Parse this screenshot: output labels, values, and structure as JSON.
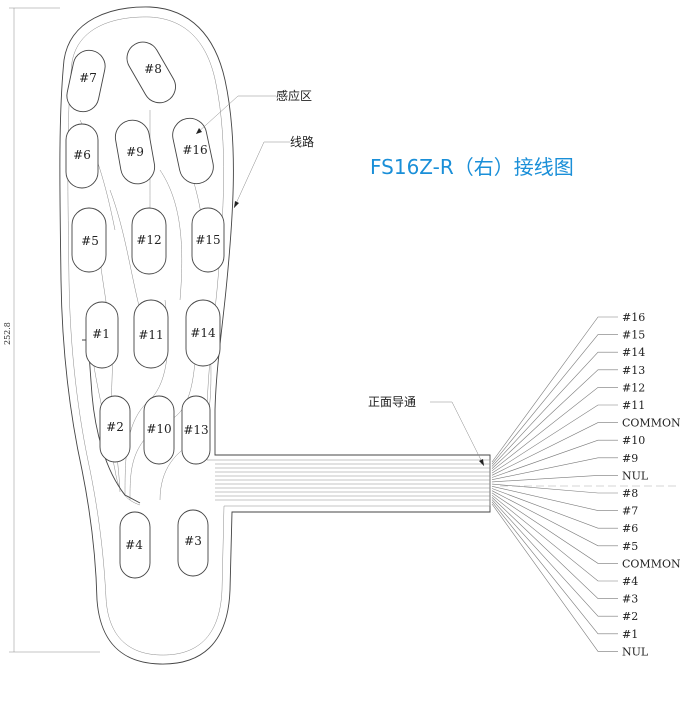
{
  "title": "FS16Z-R（右）接线图",
  "dimension_label": "252.8",
  "annotations": {
    "sensing_area": "感应区",
    "circuit": "线路",
    "front_conduction": "正面导通"
  },
  "pads": [
    {
      "id": "p7",
      "label": "#7"
    },
    {
      "id": "p8",
      "label": "#8"
    },
    {
      "id": "p6",
      "label": "#6"
    },
    {
      "id": "p9",
      "label": "#9"
    },
    {
      "id": "p16",
      "label": "#16"
    },
    {
      "id": "p5",
      "label": "#5"
    },
    {
      "id": "p12",
      "label": "#12"
    },
    {
      "id": "p15",
      "label": "#15"
    },
    {
      "id": "p1",
      "label": "#1"
    },
    {
      "id": "p11",
      "label": "#11"
    },
    {
      "id": "p14",
      "label": "#14"
    },
    {
      "id": "p2",
      "label": "#2"
    },
    {
      "id": "p10",
      "label": "#10"
    },
    {
      "id": "p13",
      "label": "#13"
    },
    {
      "id": "p4",
      "label": "#4"
    },
    {
      "id": "p3",
      "label": "#3"
    }
  ],
  "pins": [
    "#16",
    "#15",
    "#14",
    "#13",
    "#12",
    "#11",
    "COMMON",
    "#10",
    "#9",
    "NUL",
    "#8",
    "#7",
    "#6",
    "#5",
    "COMMON",
    "#4",
    "#3",
    "#2",
    "#1",
    "NUL"
  ]
}
